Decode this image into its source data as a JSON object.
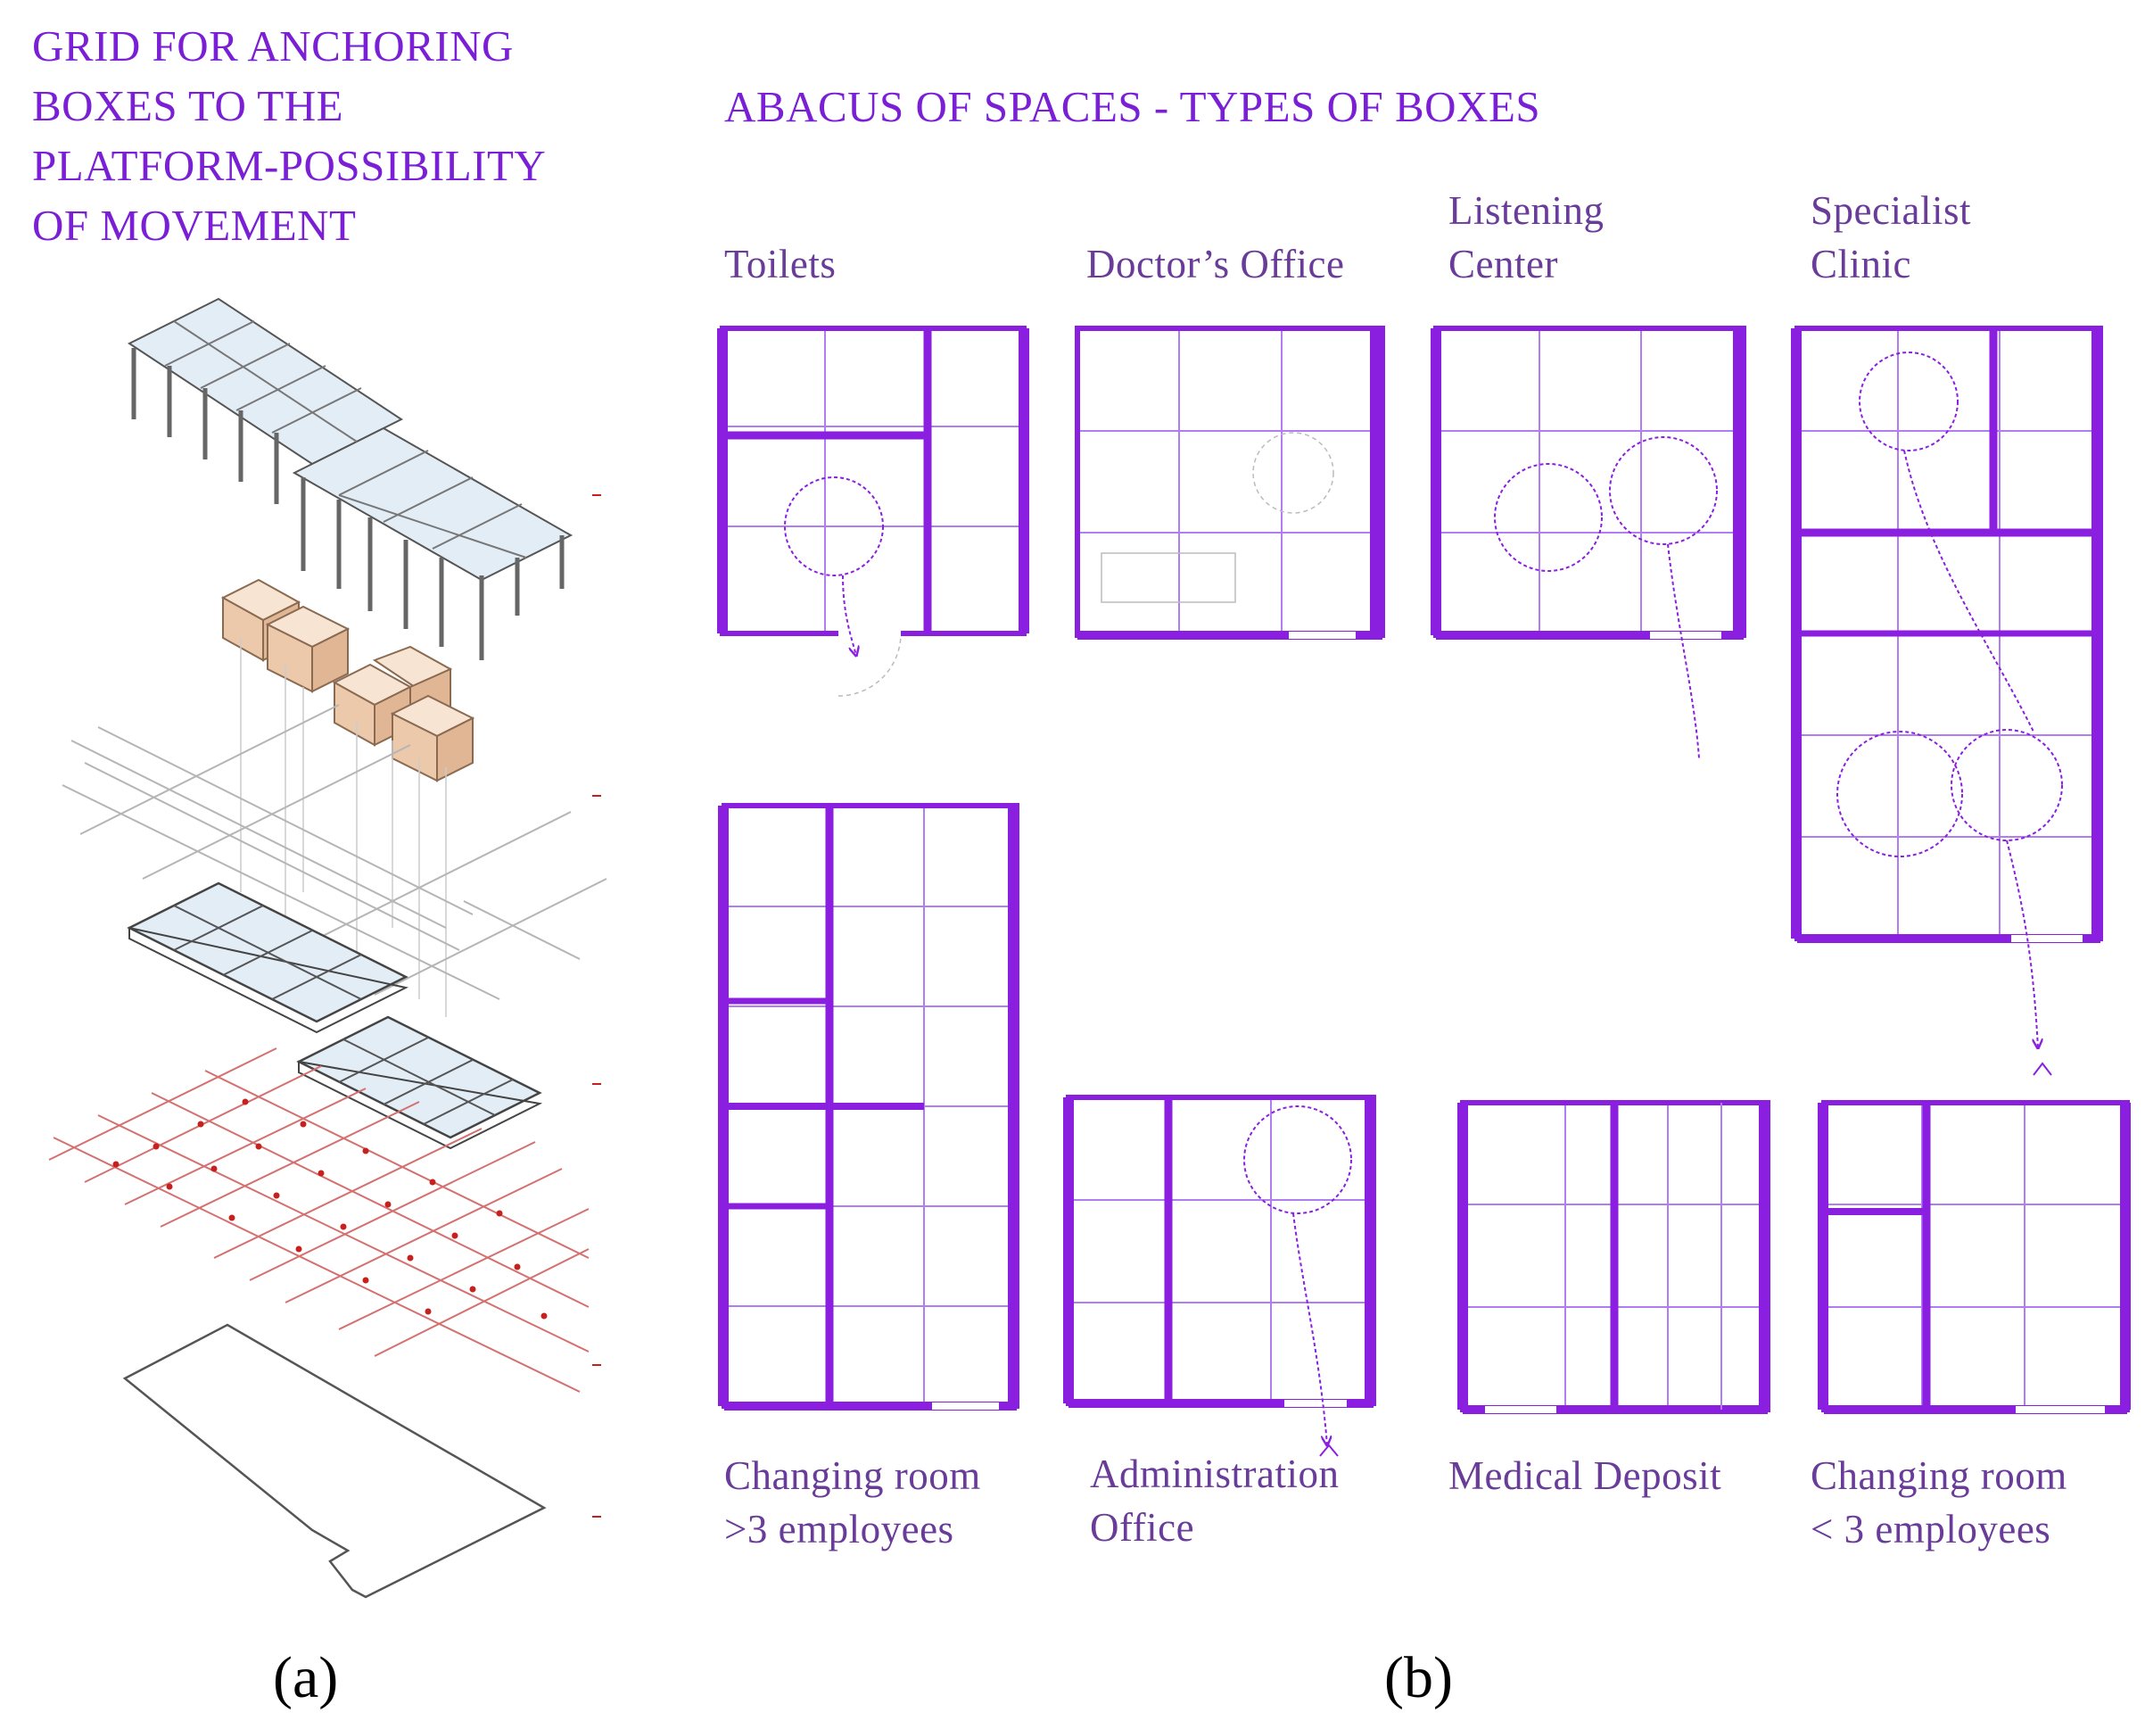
{
  "panel_a": {
    "title_lines": [
      "GRID FOR ANCHORING",
      "BOXES TO THE",
      "PLATFORM-POSSIBILITY",
      "OF MOVEMENT"
    ],
    "label": "(a)"
  },
  "panel_b": {
    "title": "ABACUS OF SPACES - TYPES OF BOXES",
    "label": "(b)",
    "boxes": {
      "toilets": [
        "Toilets"
      ],
      "doctors_office": [
        "Doctor’s Office"
      ],
      "listening_center": [
        "Listening",
        "Center"
      ],
      "specialist_clinic": [
        "Specialist",
        "Clinic"
      ],
      "changing_room_large": [
        "Changing room",
        ">3 employees"
      ],
      "administration_office": [
        "Administration",
        "Office"
      ],
      "medical_deposit": [
        "Medical Deposit"
      ],
      "changing_room_small": [
        "Changing room",
        "< 3 employees"
      ]
    }
  },
  "colors": {
    "accent": "#8a1fe0",
    "title_text": "#7a1fd6",
    "label_text": "#6a3c9a",
    "box_fill": "#f2d9c2",
    "slab_fill": "#e3edf6",
    "red_grid": "#c8201c"
  }
}
